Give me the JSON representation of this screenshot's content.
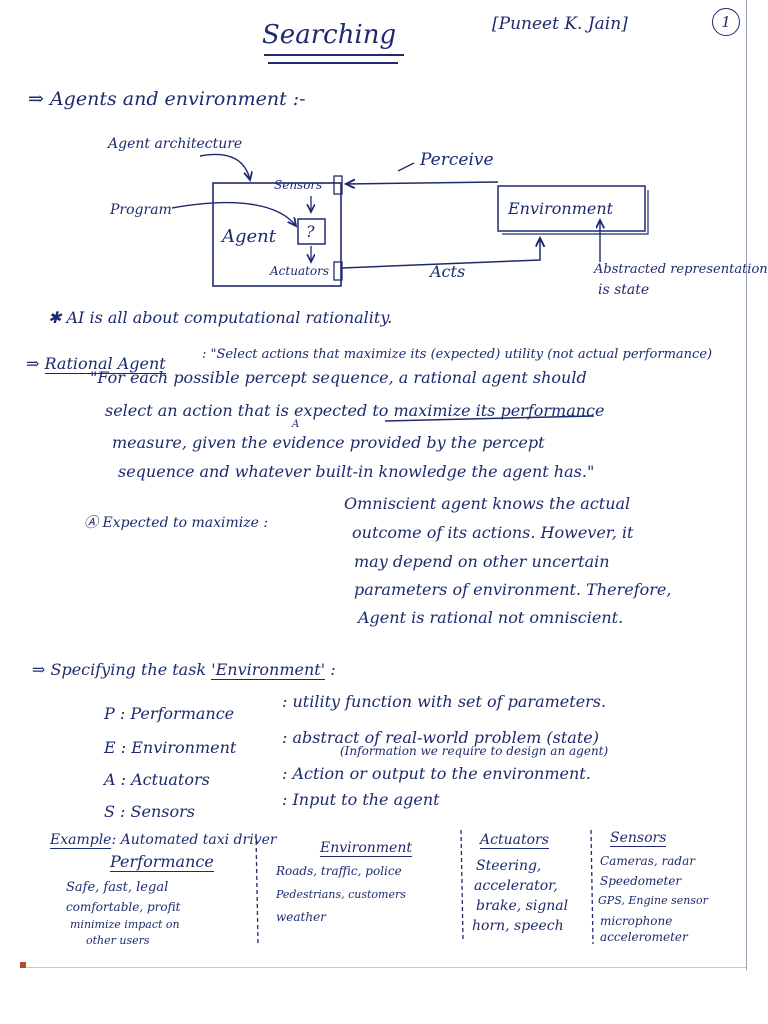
{
  "header": {
    "title": "Searching",
    "author": "[Puneet K. Jain]",
    "page_number": "1"
  },
  "agents_section": {
    "heading": "⇒ Agents and environment :-",
    "diagram": {
      "agent_architecture": "Agent architecture",
      "program": "Program",
      "agent": "Agent",
      "question": "?",
      "sensors": "Sensors",
      "actuators": "Actuators",
      "perceive": "Perceive",
      "environment": "Environment",
      "acts": "Acts",
      "abstracted_1": "Abstracted representation",
      "abstracted_2": "is state"
    },
    "ai_note": "✱ AI is all about computational rationality."
  },
  "rational_agent": {
    "label": "Rational Agent",
    "intro": ": \"Select actions that maximize its (expected) utility (not actual performance)",
    "quote_lines": [
      "\"For each possible percept sequence, a rational agent should",
      "select an action that is",
      "its performance",
      "measure, given the evidence provided by the percept",
      "sequence and whatever built-in knowledge the agent has.\""
    ],
    "expected_phrase": "expected to maximize",
    "footnote_marker": "A",
    "expected_label": "Ⓐ Expected to maximize :",
    "expected_lines": [
      "Omniscient agent knows the actual",
      "outcome of its actions. However, it",
      "may depend on other uncertain",
      "parameters of environment. Therefore,",
      "Agent is rational not omniscient."
    ]
  },
  "peas": {
    "heading_prefix": "⇒ Specifying the task",
    "heading_env": "'Environment'",
    "heading_suffix": ":",
    "rows": [
      {
        "key": "P : Performance",
        "value": ": utility function with set of parameters."
      },
      {
        "key": "E : Environment",
        "value": ": abstract of real-world problem (state)"
      },
      {
        "key": "A : Actuators",
        "value": ": Action or output to the environment."
      },
      {
        "key": "S : Sensors",
        "value": ": Input to the agent"
      }
    ],
    "env_note": "(Information we require to design an agent)"
  },
  "example": {
    "label": "Example",
    "title": ": Automated taxi driver",
    "columns": [
      {
        "header": "Performance",
        "lines": [
          "Safe, fast, legal",
          "comfortable, profit",
          "minimize impact on",
          "other users"
        ]
      },
      {
        "header": "Environment",
        "lines": [
          "Roads, traffic, police",
          "Pedestrians, customers",
          "weather"
        ]
      },
      {
        "header": "Actuators",
        "lines": [
          "Steering,",
          "accelerator,",
          "brake, signal",
          "horn, speech"
        ]
      },
      {
        "header": "Sensors",
        "lines": [
          "Cameras, radar",
          "Speedometer",
          "GPS, Engine sensor",
          "microphone",
          "accelerometer"
        ]
      }
    ]
  }
}
